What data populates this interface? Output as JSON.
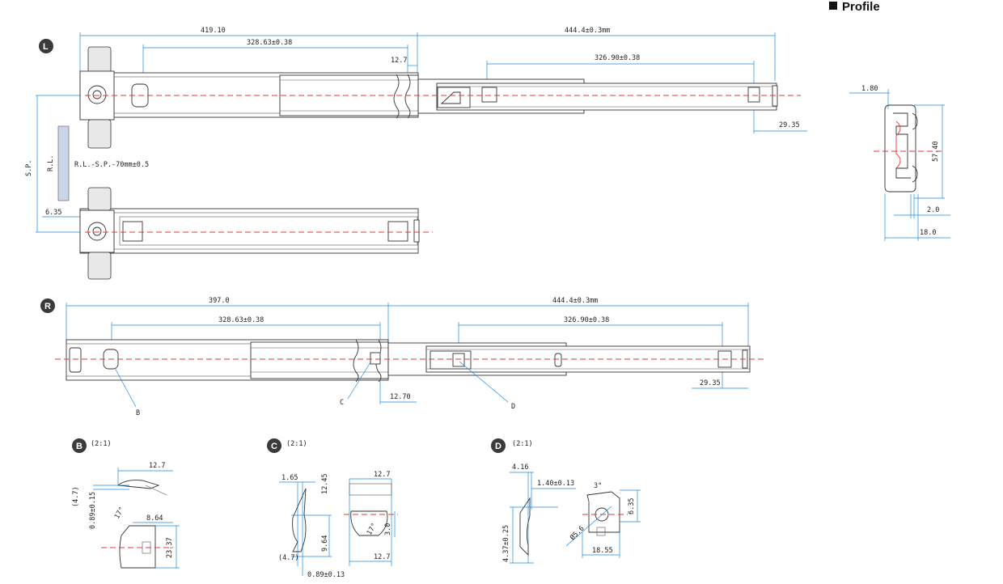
{
  "header": {
    "title": "Profile"
  },
  "views": {
    "left": {
      "badge": "L",
      "dim_total_left": "419.10",
      "dim_total_right": "444.4±0.3mm",
      "dim_inner_left": "328.63±0.38",
      "dim_inner_right": "326.90±0.38",
      "dim_offset": "12.7",
      "dim_end": "29.35",
      "dim_sp": "S.P.",
      "dim_rl": "R.L.",
      "rl_formula": "R.L.-S.P.-70mm±0.5",
      "dim_6_35": "6.35"
    },
    "right": {
      "badge": "R",
      "dim_total_left": "397.0",
      "dim_total_right": "444.4±0.3mm",
      "dim_inner_left": "328.63±0.38",
      "dim_inner_right": "326.90±0.38",
      "dim_offset": "12.70",
      "dim_end": "29.35",
      "callout_b": "B",
      "callout_c": "C",
      "callout_d": "D"
    }
  },
  "profile": {
    "dim_1_80": "1.80",
    "dim_57_40": "57.40",
    "dim_2_0": "2.0",
    "dim_18_0": "18.0"
  },
  "details": {
    "b": {
      "badge": "B",
      "scale": "(2:1)",
      "d1": "12.7",
      "d2": "(4.7)",
      "d3": "0.89±0.15",
      "d4": "8.64",
      "d5": "23.37",
      "angle": "17°"
    },
    "c": {
      "badge": "C",
      "scale": "(2:1)",
      "d1": "1.65",
      "d2": "12.45",
      "d3": "9.64",
      "d4": "(4.7)",
      "d5": "0.89±0.13",
      "d6": "12.7",
      "d7": "3.0",
      "d8": "12.7",
      "angle": "17°"
    },
    "d": {
      "badge": "D",
      "scale": "(2:1)",
      "d1": "4.16",
      "d2": "1.40±0.13",
      "d3": "4.37±0.25",
      "angle": "3°",
      "d4": "6.35",
      "d5": "Ø5.6",
      "d6": "18.55"
    }
  }
}
